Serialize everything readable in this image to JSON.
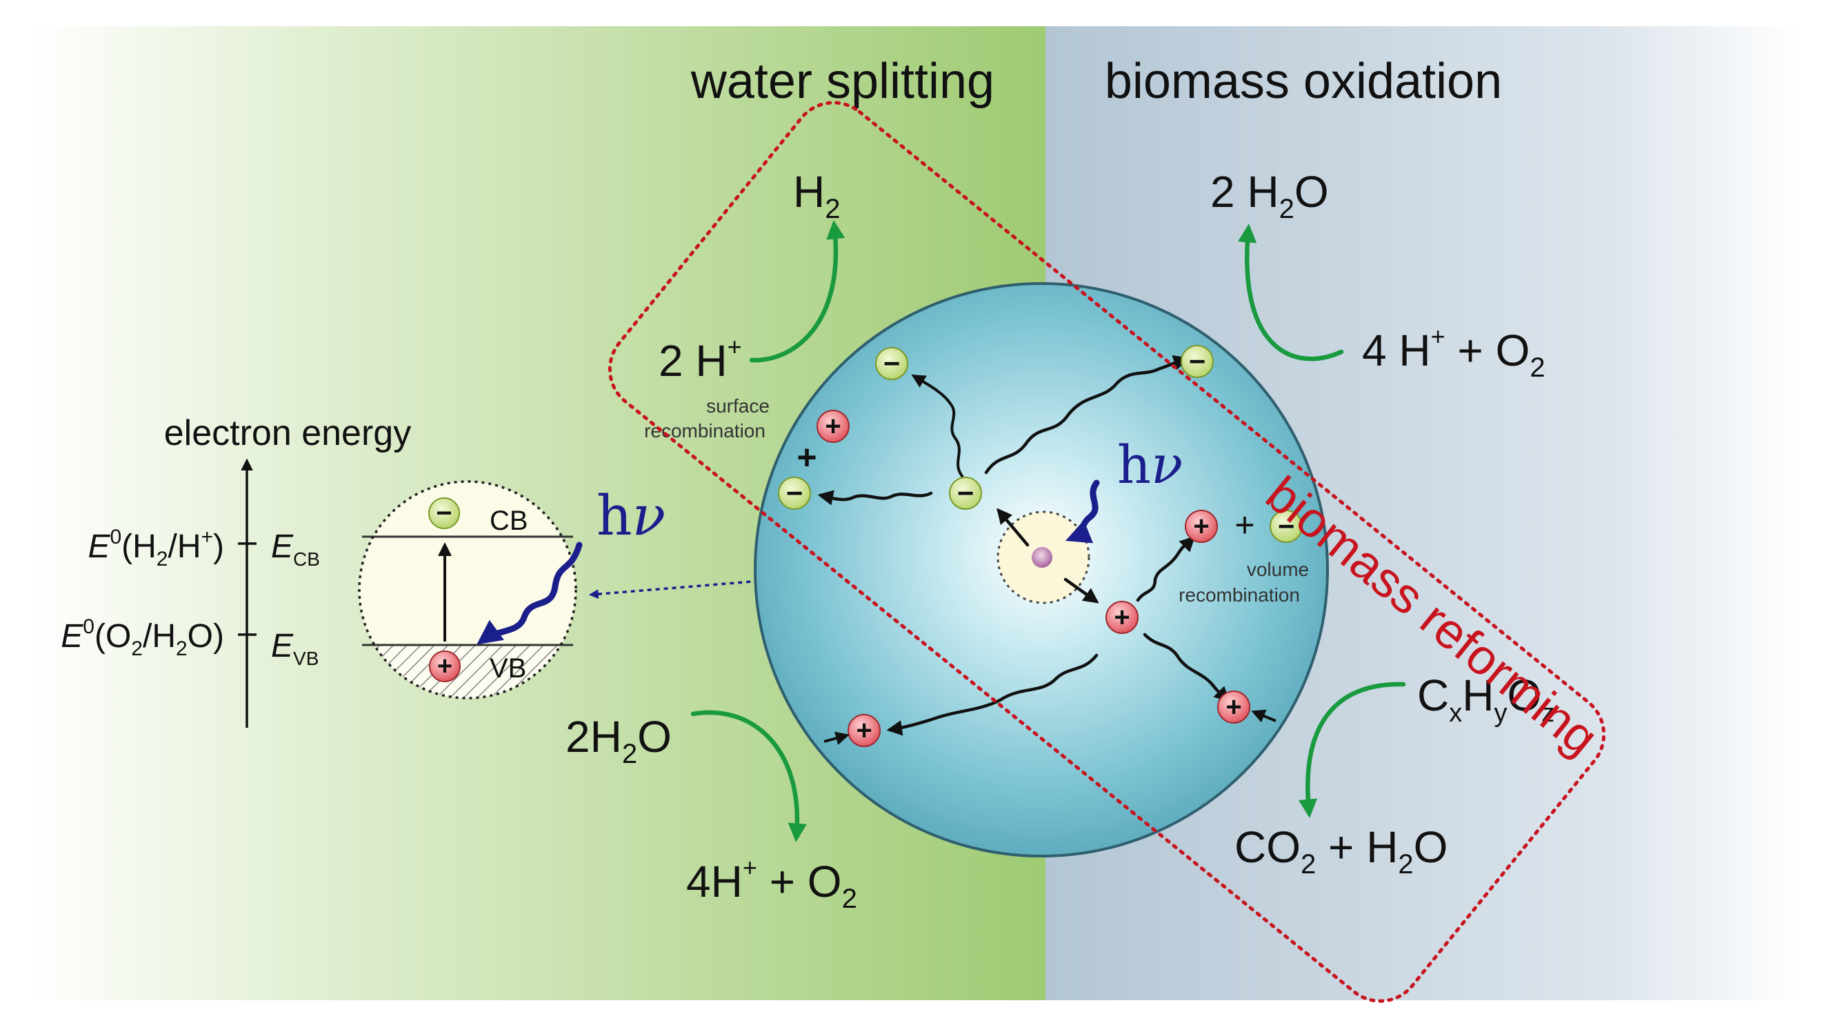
{
  "sections": {
    "water_splitting": "water splitting",
    "biomass_oxidation": "biomass oxidation",
    "biomass_reforming": "biomass reforming"
  },
  "energy_diagram": {
    "axis_label": "electron energy",
    "level_h2": {
      "main": "(H",
      "sub1": "2",
      "mid": "/H",
      "sup2": "+",
      "end": ")",
      "E": "E",
      "sup0": "0"
    },
    "level_o2": {
      "main": "(O",
      "sub1": "2",
      "mid": "/H",
      "sub2": "2",
      "end": "O)",
      "E": "E",
      "sup0": "0"
    },
    "ecb": {
      "E": "E",
      "sub": "CB"
    },
    "evb": {
      "E": "E",
      "sub": "VB"
    },
    "cb_label": "CB",
    "vb_label": "VB"
  },
  "photon": {
    "h": "h",
    "nu": "ν"
  },
  "charges": {
    "minus": "−",
    "plus": "+"
  },
  "species": {
    "h2": {
      "main": "H",
      "sub": "2"
    },
    "two_h_plus": {
      "main": "2 H",
      "sup": "+"
    },
    "two_h2o_top": {
      "a": "2 H",
      "sub": "2",
      "b": "O"
    },
    "four_h_o2_top": {
      "a": "4 H",
      "sup": "+",
      "b": " + O",
      "sub": "2"
    },
    "two_h2o_bottom": {
      "a": "2H",
      "sub": "2",
      "b": "O"
    },
    "four_h_o2_bottom": {
      "a": "4H",
      "sup": "+",
      "b": " + O",
      "sub": "2"
    },
    "cxhyoz": {
      "c": "C",
      "x": "x",
      "h": "H",
      "y": "y",
      "o": "O",
      "z": "z"
    },
    "co2_h2o": {
      "a": "CO",
      "sub1": "2",
      "b": " + H",
      "sub2": "2",
      "c": "O"
    }
  },
  "notes": {
    "surface_1": "surface",
    "surface_2": "recombination",
    "volume_1": "volume",
    "volume_2": "recombination",
    "plus_sign": "+"
  },
  "colors": {
    "left_bg": "#b9d99a",
    "right_bg": "#c6d3de",
    "particle": "#5fb7c8",
    "electron": "#c6e08a",
    "hole": "#e06a6e",
    "green_arrow": "#1a9a3e",
    "photon": "#1a1f8c",
    "reforming": "#c8141e"
  }
}
